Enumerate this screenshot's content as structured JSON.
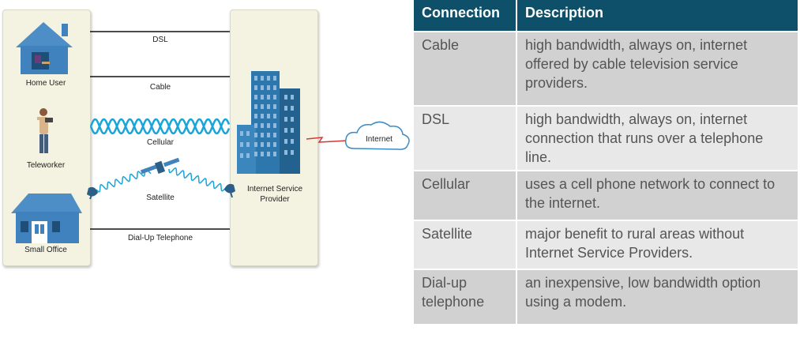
{
  "diagram": {
    "left_labels": [
      "Home User",
      "Teleworker",
      "Small Office"
    ],
    "connections": [
      "DSL",
      "Cable",
      "Cellular",
      "Satellite",
      "Dial-Up Telephone"
    ],
    "isp_label_line1": "Internet Service",
    "isp_label_line2": "Provider",
    "cloud_label": "Internet",
    "colors": {
      "panel": "#f4f3e2",
      "wave": "#1aa5d8",
      "building": "#2e77ad",
      "house": "#3f82bd"
    }
  },
  "table": {
    "headers": [
      "Connection",
      "Description"
    ],
    "rows": [
      {
        "connection": "Cable",
        "description": "high bandwidth, always on, internet offered by cable television service providers."
      },
      {
        "connection": "DSL",
        "description": "high bandwidth, always on, internet connection that runs over a telephone line."
      },
      {
        "connection": "Cellular",
        "description": "uses a cell phone network to connect to the internet."
      },
      {
        "connection": "Satellite",
        "description": "major benefit to rural areas without Internet Service Providers."
      },
      {
        "connection": "Dial-up telephone",
        "description": "an inexpensive, low bandwidth option using a modem."
      }
    ],
    "colors": {
      "header": "#0e4f69",
      "row_dark": "#d1d1d1",
      "row_light": "#e8e8e8"
    }
  }
}
